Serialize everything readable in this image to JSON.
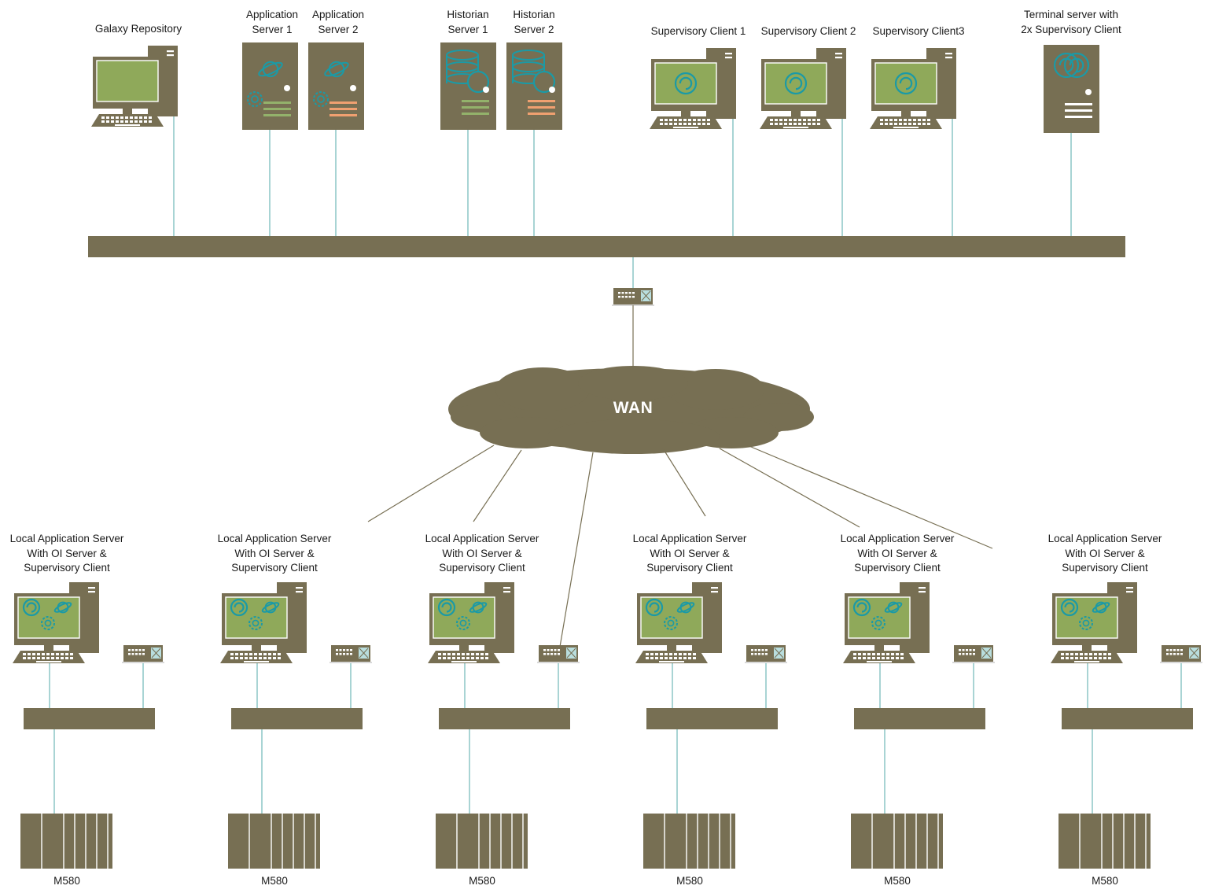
{
  "colors": {
    "olive": "#776f53",
    "screen": "#8fa95a",
    "teal": "#1b9aa6",
    "link": "#6fb8b8",
    "wire": "#776f53",
    "green_bar": "#93b26b",
    "orange_bar": "#f0a070",
    "switch_port": "#b9dede"
  },
  "top_nodes": [
    {
      "key": "galaxy-repository",
      "lines": [
        "Galaxy Repository"
      ],
      "icon": "workstation-icon"
    },
    {
      "key": "application-server-1",
      "lines": [
        "Application",
        "Server 1"
      ],
      "icon": "application-server-icon"
    },
    {
      "key": "application-server-2",
      "lines": [
        "Application",
        "Server 2"
      ],
      "icon": "application-server-icon"
    },
    {
      "key": "historian-server-1",
      "lines": [
        "Historian",
        "Server 1"
      ],
      "icon": "historian-server-icon"
    },
    {
      "key": "historian-server-2",
      "lines": [
        "Historian",
        "Server 2"
      ],
      "icon": "historian-server-icon"
    },
    {
      "key": "supervisory-client-1",
      "lines": [
        "Supervisory Client 1"
      ],
      "icon": "supervisory-client-icon"
    },
    {
      "key": "supervisory-client-2",
      "lines": [
        "Supervisory Client 2"
      ],
      "icon": "supervisory-client-icon"
    },
    {
      "key": "supervisory-client-3",
      "lines": [
        "Supervisory Client3"
      ],
      "icon": "supervisory-client-icon"
    },
    {
      "key": "terminal-server",
      "lines": [
        "Terminal server with",
        "2x Supervisory Client"
      ],
      "icon": "terminal-server-icon"
    }
  ],
  "wan": {
    "label": "WAN"
  },
  "sites": [
    {
      "lines": [
        "Local Application Server",
        "With OI Server &",
        "Supervisory Client"
      ],
      "plc_label": "M580"
    },
    {
      "lines": [
        "Local Application Server",
        "With OI Server &",
        "Supervisory Client"
      ],
      "plc_label": "M580"
    },
    {
      "lines": [
        "Local Application Server",
        "With OI Server &",
        "Supervisory Client"
      ],
      "plc_label": "M580"
    },
    {
      "lines": [
        "Local Application Server",
        "With OI Server &",
        "Supervisory Client"
      ],
      "plc_label": "M580"
    },
    {
      "lines": [
        "Local Application Server",
        "With OI Server &",
        "Supervisory Client"
      ],
      "plc_label": "M580"
    },
    {
      "lines": [
        "Local Application Server",
        "With OI Server &",
        "Supervisory Client"
      ],
      "plc_label": "M580"
    }
  ]
}
